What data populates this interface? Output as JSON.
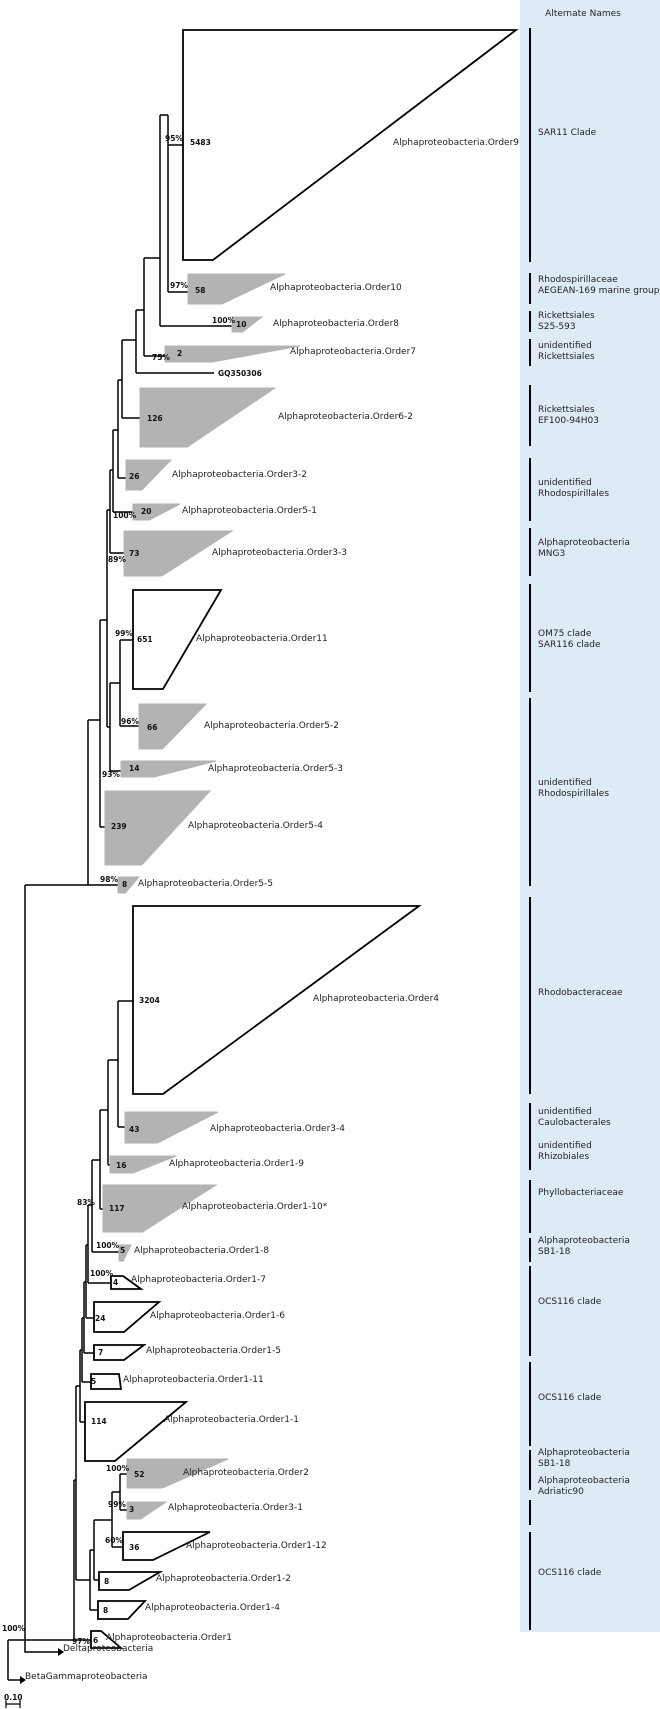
{
  "header": {
    "alternate_names": "Alternate Names"
  },
  "scale_bar": {
    "label": "0.10"
  },
  "clades": [
    {
      "name": "Alphaproteobacteria.Order9",
      "count": "5483",
      "bootstrap": "95%",
      "filled": false
    },
    {
      "name": "Alphaproteobacteria.Order10",
      "count": "58",
      "bootstrap": "97%",
      "filled": true
    },
    {
      "name": "Alphaproteobacteria.Order8",
      "count": "10",
      "bootstrap": "100%",
      "filled": true
    },
    {
      "name": "Alphaproteobacteria.Order7",
      "count": "2",
      "bootstrap": "75%",
      "filled": true
    },
    {
      "name": "Alphaproteobacteria.Order6-2",
      "count": "126",
      "bootstrap": "",
      "filled": true
    },
    {
      "name": "Alphaproteobacteria.Order3-2",
      "count": "26",
      "bootstrap": "",
      "filled": true
    },
    {
      "name": "Alphaproteobacteria.Order5-1",
      "count": "20",
      "bootstrap": "100%",
      "filled": true
    },
    {
      "name": "Alphaproteobacteria.Order3-3",
      "count": "73",
      "bootstrap": "89%",
      "filled": true
    },
    {
      "name": "Alphaproteobacteria.Order11",
      "count": "651",
      "bootstrap": "99%",
      "filled": false
    },
    {
      "name": "Alphaproteobacteria.Order5-2",
      "count": "66",
      "bootstrap": "96%",
      "filled": true
    },
    {
      "name": "Alphaproteobacteria.Order5-3",
      "count": "14",
      "bootstrap": "93%",
      "filled": true
    },
    {
      "name": "Alphaproteobacteria.Order5-4",
      "count": "239",
      "bootstrap": "",
      "filled": true
    },
    {
      "name": "Alphaproteobacteria.Order5-5",
      "count": "8",
      "bootstrap": "98%",
      "filled": true
    },
    {
      "name": "Alphaproteobacteria.Order4",
      "count": "3204",
      "bootstrap": "",
      "filled": false
    },
    {
      "name": "Alphaproteobacteria.Order3-4",
      "count": "43",
      "bootstrap": "",
      "filled": true
    },
    {
      "name": "Alphaproteobacteria.Order1-9",
      "count": "16",
      "bootstrap": "",
      "filled": true
    },
    {
      "name": "Alphaproteobacteria.Order1-10*",
      "count": "117",
      "bootstrap": "83%",
      "filled": true
    },
    {
      "name": "Alphaproteobacteria.Order1-8",
      "count": "5",
      "bootstrap": "100%",
      "filled": true
    },
    {
      "name": "Alphaproteobacteria.Order1-7",
      "count": "4",
      "bootstrap": "100%",
      "filled": false
    },
    {
      "name": "Alphaproteobacteria.Order1-6",
      "count": "24",
      "bootstrap": "",
      "filled": false
    },
    {
      "name": "Alphaproteobacteria.Order1-5",
      "count": "7",
      "bootstrap": "",
      "filled": false
    },
    {
      "name": "Alphaproteobacteria.Order1-11",
      "count": "5",
      "bootstrap": "",
      "filled": false
    },
    {
      "name": "Alphaproteobacteria.Order1-1",
      "count": "114",
      "bootstrap": "",
      "filled": false
    },
    {
      "name": "Alphaproteobacteria.Order2",
      "count": "52",
      "bootstrap": "100%",
      "filled": true
    },
    {
      "name": "Alphaproteobacteria.Order3-1",
      "count": "3",
      "bootstrap": "99%",
      "filled": true
    },
    {
      "name": "Alphaproteobacteria.Order1-12",
      "count": "36",
      "bootstrap": "60%",
      "filled": false
    },
    {
      "name": "Alphaproteobacteria.Order1-2",
      "count": "8",
      "bootstrap": "",
      "filled": false
    },
    {
      "name": "Alphaproteobacteria.Order1-4",
      "count": "8",
      "bootstrap": "",
      "filled": false
    },
    {
      "name": "Alphaproteobacteria.Order1",
      "count": "6",
      "bootstrap": "97%",
      "filled": false
    }
  ],
  "leaves": [
    {
      "name": "GQ350306"
    }
  ],
  "outgroups": [
    {
      "name": "Deltaproteobacteria",
      "bootstrap": "100%"
    },
    {
      "name": "BetaGammaproteobacteria",
      "bootstrap": ""
    }
  ],
  "alternate_names": [
    {
      "lines": [
        "SAR11 Clade"
      ]
    },
    {
      "lines": [
        "Rhodospirillaceae",
        "AEGEAN-169 marine group"
      ]
    },
    {
      "lines": [
        "Rickettsiales",
        "S25-593"
      ]
    },
    {
      "lines": [
        "unidentified",
        "Rickettsiales"
      ]
    },
    {
      "lines": [
        "Rickettsiales",
        "EF100-94H03"
      ]
    },
    {
      "lines": [
        "unidentified",
        "Rhodospirillales"
      ]
    },
    {
      "lines": [
        "Alphaproteobacteria",
        "MNG3"
      ]
    },
    {
      "lines": [
        "OM75 clade",
        "SAR116 clade"
      ]
    },
    {
      "lines": [
        "unidentified",
        "Rhodospirillales"
      ]
    },
    {
      "lines": [
        "Rhodobacteraceae"
      ]
    },
    {
      "lines": [
        "unidentified",
        "Caulobacterales"
      ]
    },
    {
      "lines": [
        "unidentified",
        "Rhizobiales"
      ]
    },
    {
      "lines": [
        "Phyllobacteriaceae"
      ]
    },
    {
      "lines": [
        "Alphaproteobacteria",
        "SB1-18"
      ]
    },
    {
      "lines": [
        "OCS116 clade"
      ]
    },
    {
      "lines": [
        "OCS116 clade"
      ]
    },
    {
      "lines": [
        "Alphaproteobacteria",
        "SB1-18"
      ]
    },
    {
      "lines": [
        "Alphaproteobacteria",
        "Adriatic90"
      ]
    },
    {
      "lines": [
        "OCS116 clade"
      ]
    }
  ],
  "colors": {
    "panel": "#deebf7",
    "wedge_fill": "#b3b3b3",
    "line": "#000000"
  }
}
